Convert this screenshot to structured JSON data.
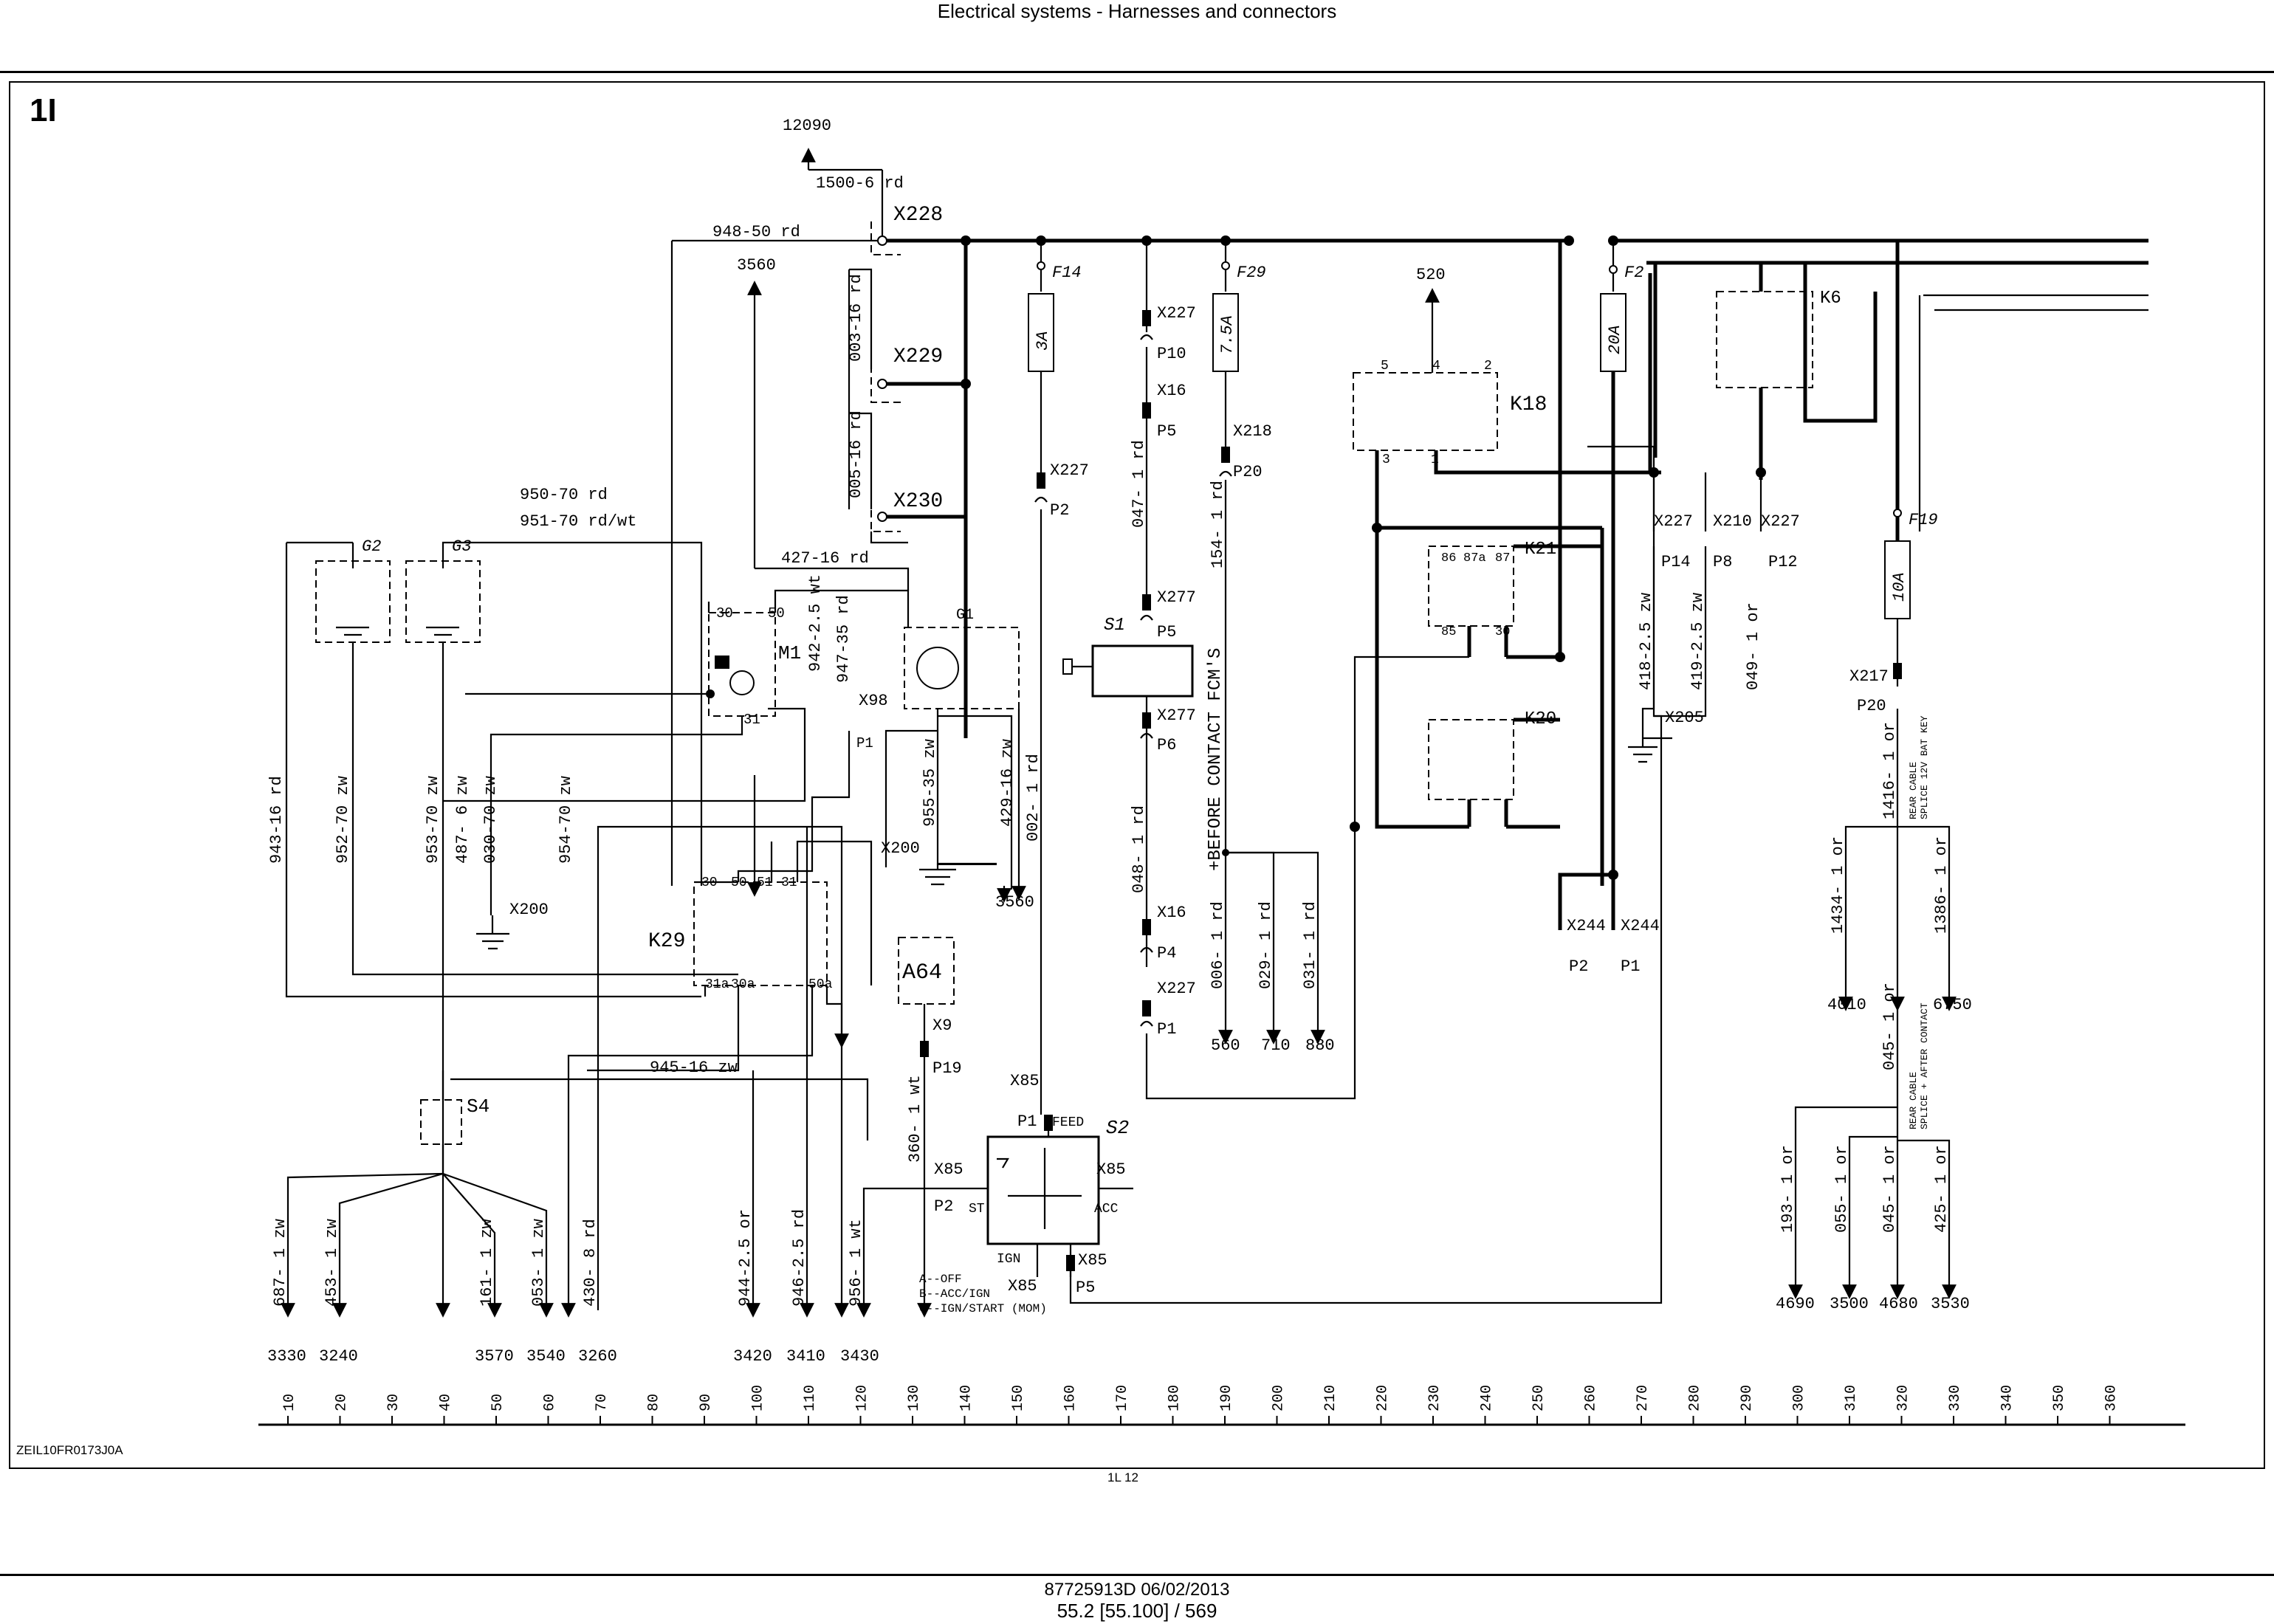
{
  "header": {
    "title": "Electrical systems - Harnesses and connectors"
  },
  "sheet": {
    "id": "1I",
    "figure_code": "ZEIL10FR0173J0A",
    "page_ref": "1L     12"
  },
  "footer": {
    "doc_ref": "87725913D 06/02/2013",
    "page": "55.2 [55.100] / 569"
  },
  "ruler": {
    "ticks": [
      "10",
      "20",
      "30",
      "40",
      "50",
      "60",
      "70",
      "80",
      "90",
      "100",
      "110",
      "120",
      "130",
      "140",
      "150",
      "160",
      "170",
      "180",
      "190",
      "200",
      "210",
      "220",
      "230",
      "240",
      "250",
      "260",
      "270",
      "280",
      "290",
      "300",
      "310",
      "320",
      "330",
      "340",
      "350",
      "360"
    ]
  },
  "components": {
    "G2": "G2",
    "G3": "G3",
    "G1": "G1",
    "M1": "M1",
    "K29": "K29",
    "S4": "S4",
    "A64": "A64",
    "S1": "S1",
    "S2": "S2",
    "K18": "K18",
    "K21": "K21",
    "K20": "K20",
    "K6": "K6",
    "F14": "F14",
    "F29": "F29",
    "F2": "F2",
    "F19": "F19",
    "F14_rating": "3A",
    "F29_rating": "7.5A",
    "F2_rating": "20A",
    "F19_rating": "10A"
  },
  "connectors": {
    "X228": "X228",
    "X229": "X229",
    "X230": "X230",
    "X98": "X98",
    "X200a": "X200",
    "X200b": "X200",
    "X227a": "X227",
    "X227b": "X227",
    "X16a": "X16",
    "X218": "X218",
    "X277a": "X277",
    "X277b": "X277",
    "X16b": "X16",
    "X227c": "X227",
    "X9": "X9",
    "X85a": "X85",
    "X85b": "X85",
    "X85c": "X85",
    "X85d": "X85",
    "X85e": "X85",
    "X227d": "X227",
    "X210": "X210",
    "X227e": "X227",
    "X205": "X205",
    "X244a": "X244",
    "X244b": "X244",
    "X217": "X217"
  },
  "pins": {
    "P1a": "P1",
    "P2a": "P2",
    "P10": "P10",
    "P5a": "P5",
    "P20a": "P20",
    "P5b": "P5",
    "P6": "P6",
    "P4": "P4",
    "P1b": "P1",
    "P19": "P19",
    "P1c": "P1",
    "P2b": "P2",
    "P5c": "P5",
    "P14": "P14",
    "P8": "P8",
    "P12": "P12",
    "P2c": "P2",
    "P1d": "P1",
    "P20b": "P20"
  },
  "wires": {
    "w1500": "1500-6 rd",
    "w948": "948-50 rd",
    "w003": "003-16 rd",
    "w005": "005-16 rd",
    "w950": "950-70 rd",
    "w951": "951-70 rd/wt",
    "w427": "427-16 rd",
    "w942": "942-2.5 wt",
    "w947": "947-35 rd",
    "w943": "943-16 rd",
    "w952": "952-70 zw",
    "w953": "953-70 zw",
    "w487": "487- 6 zw",
    "w030": "030-70 zw",
    "w954": "954-70 zw",
    "w955": "955-35 zw",
    "w429": "429-16 zw",
    "w002": "002- 1 rd",
    "w047": "047- 1 rd",
    "w154": "154- 1 rd",
    "w048": "048- 1 rd",
    "w006": "006- 1 rd",
    "w029": "029- 1 rd",
    "w031": "031- 1 rd",
    "w945": "945-16 zw",
    "w360": "360- 1 wt",
    "w687": "687- 1 zw",
    "w453": "453- 1 zw",
    "w161": "161- 1 zw",
    "w053": "053- 1 zw",
    "w430": "430- 8 rd",
    "w944": "944-2.5 or",
    "w946": "946-2.5 rd",
    "w956": "956- 1 wt",
    "w418": "418-2.5 zw",
    "w419": "419-2.5 zw",
    "w049": "049- 1 or",
    "w1416": "1416- 1 or",
    "w1434": "1434- 1 or",
    "w1386": "1386- 1 or",
    "w045a": "045- 1 or",
    "w193": "193- 1 or",
    "w055": "055- 1 or",
    "w045b": "045- 1 or",
    "w425": "425- 1 or"
  },
  "notes": {
    "before_contact": "+BEFORE CONTACT FCM'S",
    "rear_cable_1": "REAR CABLE",
    "rear_cable_1b": "SPLICE 12V BAT KEY",
    "rear_cable_2": "REAR CABLE",
    "rear_cable_2b": "SPLICE + AFTER CONTACT",
    "s2_a": "A--OFF",
    "s2_b": "B--ACC/IGN",
    "s2_c": "C--IGN/START (MOM)",
    "feed": "FEED",
    "st": "ST",
    "acc": "ACC",
    "ign": "IGN"
  },
  "refs": {
    "r12090": "12090",
    "r3560a": "3560",
    "r3560b": "3560",
    "r520": "520",
    "r560": "560",
    "r710": "710",
    "r880": "880",
    "r4010": "4010",
    "r6750": "6750",
    "r3330": "3330",
    "r3240": "3240",
    "r3570": "3570",
    "r3540": "3540",
    "r3260": "3260",
    "r3420": "3420",
    "r3410": "3410",
    "r3430": "3430",
    "r4690": "4690",
    "r3500": "3500",
    "r4680": "4680",
    "r3530": "3530"
  },
  "relay_pins": {
    "k86": "86",
    "k87a": "87a",
    "k87": "87",
    "k85": "85",
    "k30": "30",
    "m30": "30",
    "m50": "50",
    "m31": "31",
    "k29_30": "30",
    "k29_50": "50",
    "k29_51": "51",
    "k29_31": "31",
    "k29_31a": "31a",
    "k29_30a": "30a",
    "k29_50a": "50a",
    "k18_5": "5",
    "k18_4": "4",
    "k18_2": "2",
    "k18_3": "3",
    "k18_1": "1"
  }
}
